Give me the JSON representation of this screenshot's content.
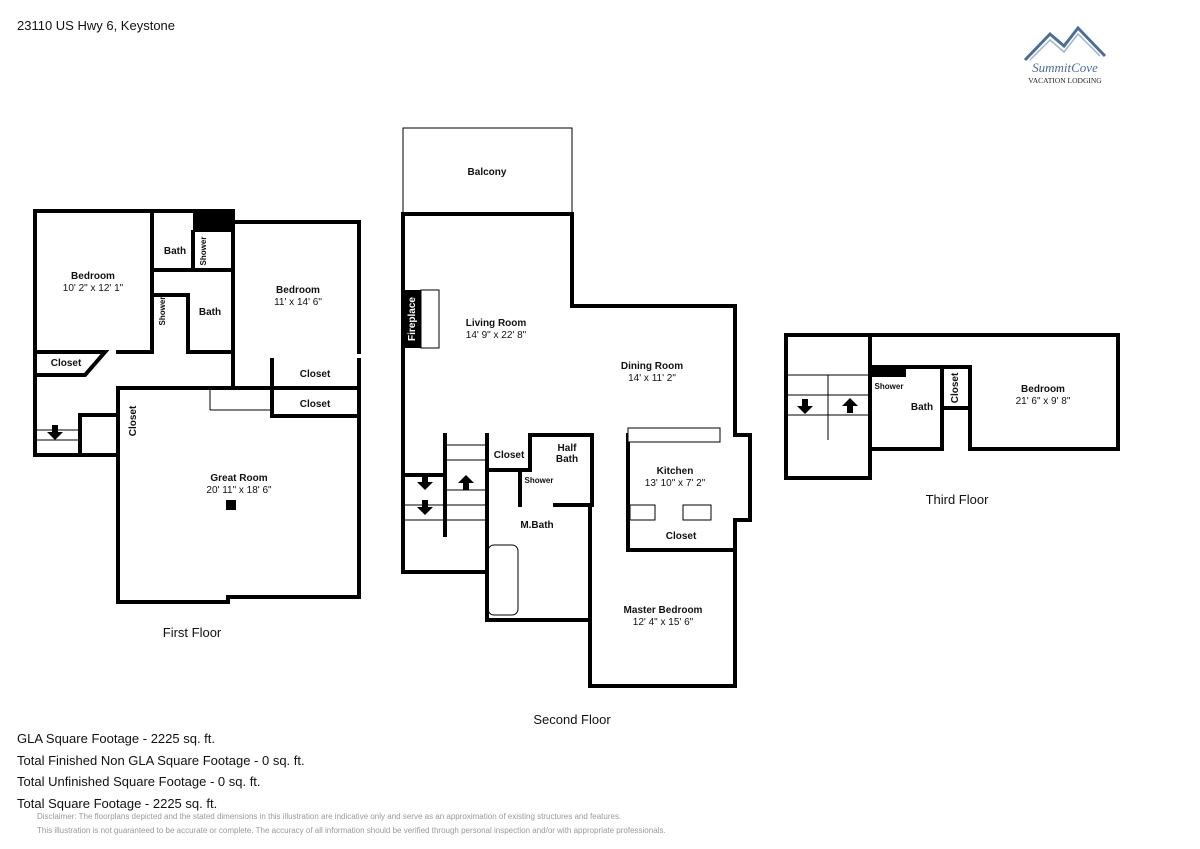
{
  "header": {
    "address": "23110 US Hwy 6, Keystone"
  },
  "logo": {
    "name": "SummitCove",
    "tagline": "Vacation Lodging"
  },
  "floors": [
    {
      "label": "First Floor",
      "rooms": [
        {
          "name": "Bedroom",
          "dims": "10' 2\" x 12' 1\""
        },
        {
          "name": "Bedroom",
          "dims": "11' x 14' 6\""
        },
        {
          "name": "Bath"
        },
        {
          "name": "Bath"
        },
        {
          "name": "Shower"
        },
        {
          "name": "Shower"
        },
        {
          "name": "Closet"
        },
        {
          "name": "Closet"
        },
        {
          "name": "Closet"
        },
        {
          "name": "Closet"
        },
        {
          "name": "Great Room",
          "dims": "20' 11\" x 18' 6\""
        }
      ]
    },
    {
      "label": "Second Floor",
      "rooms": [
        {
          "name": "Balcony"
        },
        {
          "name": "Living Room",
          "dims": "14' 9\" x 22' 8\""
        },
        {
          "name": "Fireplace"
        },
        {
          "name": "Dining Room",
          "dims": "14' x 11' 2\""
        },
        {
          "name": "Kitchen",
          "dims": "13' 10\" x 7' 2\""
        },
        {
          "name": "Closet"
        },
        {
          "name": "Half Bath"
        },
        {
          "name": "Shower"
        },
        {
          "name": "M.Bath"
        },
        {
          "name": "Closet"
        },
        {
          "name": "Master Bedroom",
          "dims": "12' 4\" x 15' 6\""
        }
      ]
    },
    {
      "label": "Third Floor",
      "rooms": [
        {
          "name": "Shower"
        },
        {
          "name": "Bath"
        },
        {
          "name": "Closet"
        },
        {
          "name": "Bedroom",
          "dims": "21' 6\" x 9' 8\""
        }
      ]
    }
  ],
  "stats": [
    "GLA Square Footage - 2225 sq. ft.",
    "Total Finished Non GLA Square Footage - 0 sq. ft.",
    "Total Unfinished Square Footage - 0 sq. ft.",
    "Total Square Footage - 2225 sq. ft."
  ],
  "disclaimer": [
    "Disclaimer: The floorplans depicted and the stated dimensions in this illustration are indicative only and serve as an approximation of existing structures and features.",
    "This illustration is not guaranteed to be accurate or complete. The accuracy of all information should be verified through personal inspection and/or with appropriate professionals."
  ],
  "colors": {
    "wall": "#000000",
    "logo": "#4a6d99"
  }
}
